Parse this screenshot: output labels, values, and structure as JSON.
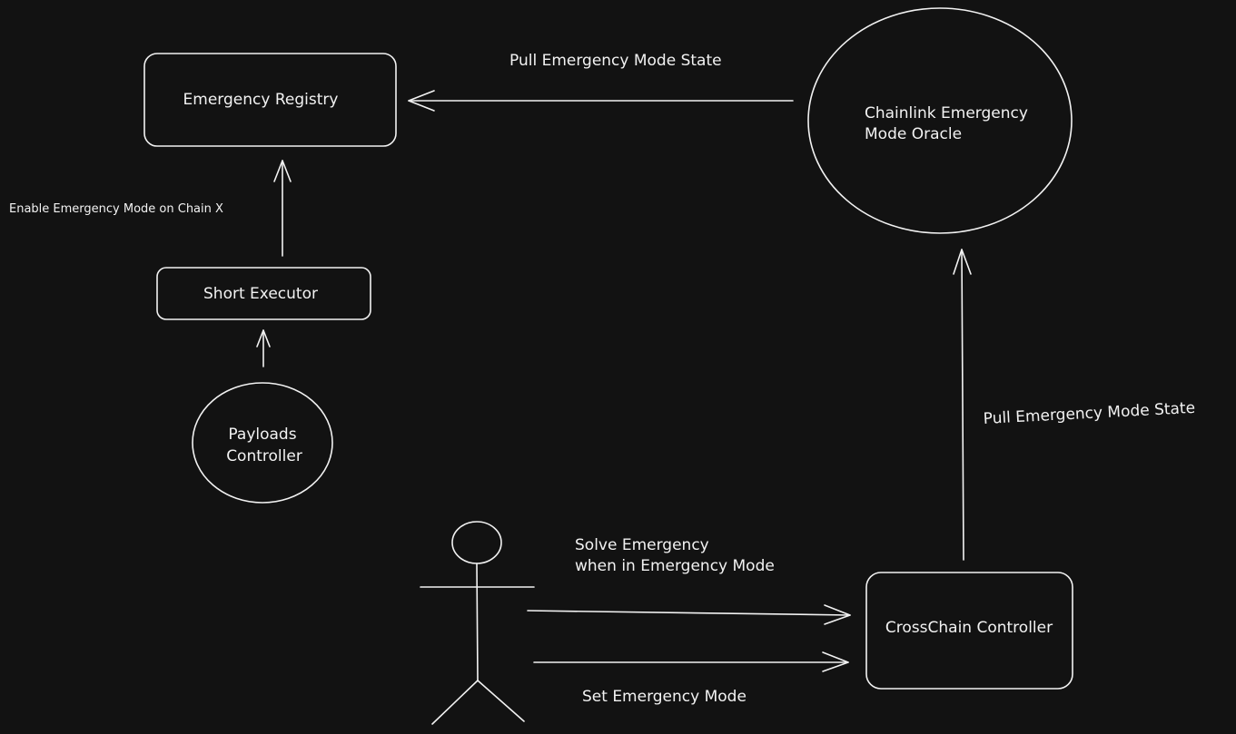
{
  "nodes": {
    "emergency_registry": "Emergency Registry",
    "chainlink_oracle_line1": "Chainlink Emergency",
    "chainlink_oracle_line2": "Mode Oracle",
    "short_executor": "Short Executor",
    "payloads_controller_line1": "Payloads",
    "payloads_controller_line2": "Controller",
    "crosschain_controller": "CrossChain Controller"
  },
  "edges": {
    "oracle_to_registry": "Pull Emergency Mode State",
    "executor_to_registry": "Enable Emergency Mode on Chain X",
    "controller_to_oracle": "Pull Emergency Mode State",
    "solve_line1": "Solve Emergency",
    "solve_line2": "when in Emergency Mode",
    "set_emergency": "Set Emergency Mode"
  },
  "colors": {
    "background": "#121212",
    "stroke": "#f2f2f2"
  }
}
